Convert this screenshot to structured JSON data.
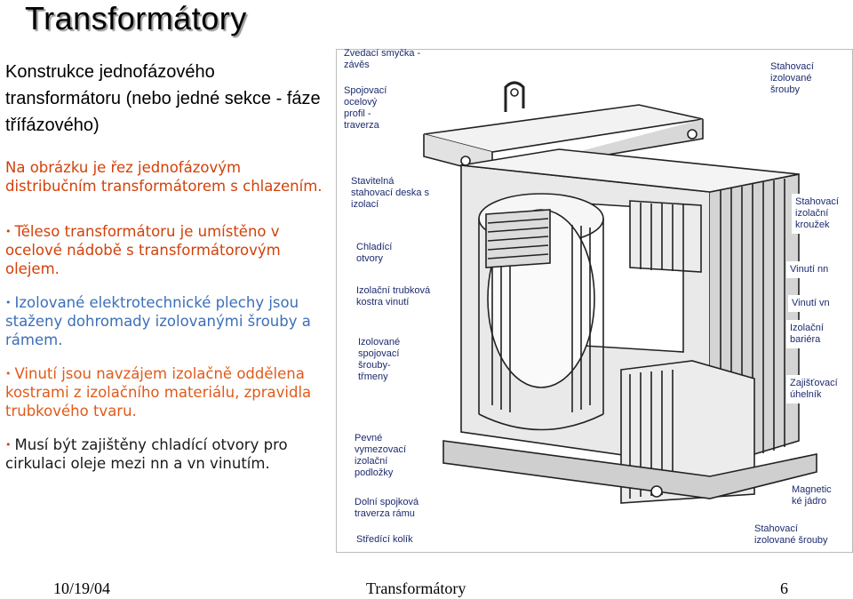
{
  "title": "Transformátory",
  "subtitle": "Konstrukce jednofázového transformátoru (nebo jedné sekce - fáze třífázového)",
  "intro": "Na obrázku je řez jednofázovým distribučním transformátorem s chlazením.",
  "bullets": [
    {
      "text": "Těleso transformátoru je umístěno v ocelové nádobě s transformátorovým olejem.",
      "color": "#d2410a"
    },
    {
      "text": "Izolované elektrotechnické plechy jsou staženy dohromady izolovanými šrouby a rámem.",
      "color": "#3c6fb8"
    },
    {
      "text": "Vinutí jsou navzájem izolačně oddělena kostrami z izolačního materiálu, zpravidla trubkového tvaru.",
      "color": "#e15a1a"
    },
    {
      "text": "Musí být zajištěny chladící otvory pro cirkulaci oleje mezi nn a vn vinutím.",
      "color": "#1a1a1a"
    }
  ],
  "figure": {
    "labels_left": [
      "Zvedací smyčka - závěs",
      "Spojovací ocelový profil - traverza",
      "Stavitelná stahovací deska s izolací",
      "Chladící otvory",
      "Izolační trubková kostra vinutí",
      "Izolované spojovací šrouby-třmeny",
      "Pevné vymezovací izolační podložky",
      "Dolní spojková traverza rámu",
      "Středící kolík"
    ],
    "labels_right": [
      "Stahovací izolované šrouby",
      "Stahovací izolační kroužek",
      "Vinutí nn",
      "Vinutí vn",
      "Izolační bariéra",
      "Zajišťovací úhelník",
      "Magnetic ké jádro",
      "Stahovací izolované šrouby"
    ]
  },
  "footer": {
    "date": "10/19/04",
    "center": "Transformátory",
    "page": "6"
  }
}
